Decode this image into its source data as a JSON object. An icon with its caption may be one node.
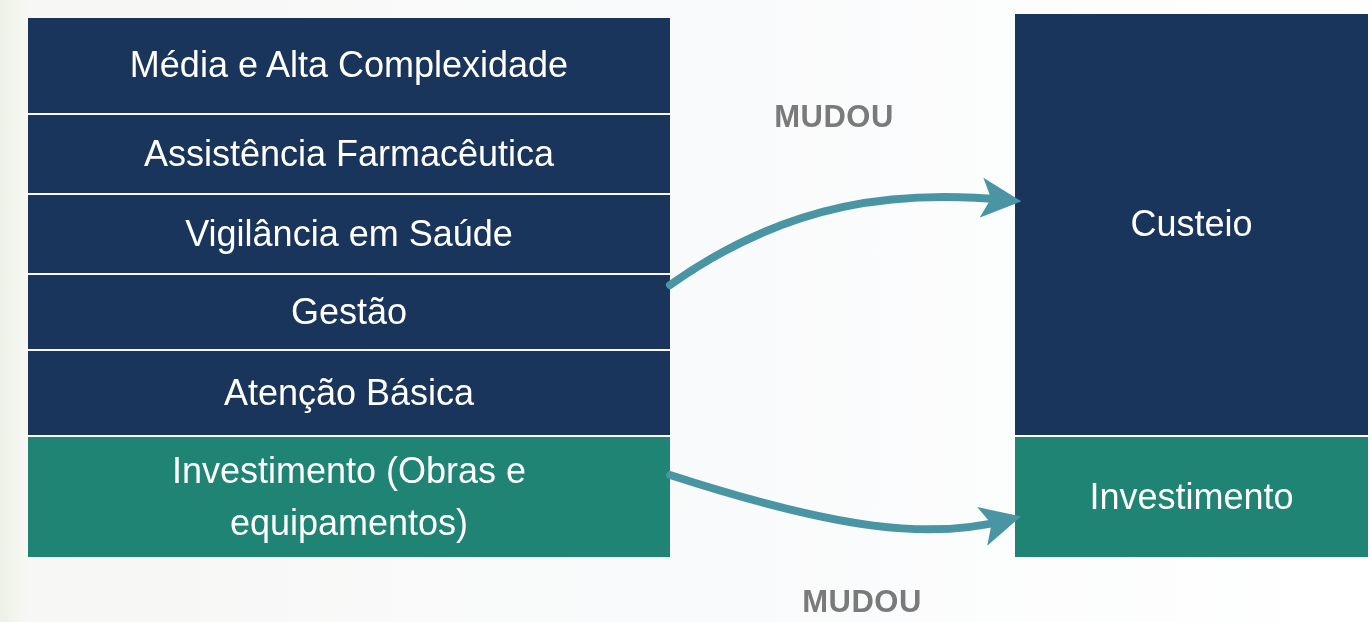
{
  "diagram": {
    "nodes": [
      {
        "text": [
          "Média e Alta Complexidade"
        ]
      },
      {
        "text": [
          "Assistência Farmacêutica"
        ]
      },
      {
        "text": [
          "Vigilância em Saúde"
        ]
      },
      {
        "text": [
          "Gestão"
        ]
      },
      {
        "text": [
          "Atenção Básica"
        ]
      },
      {
        "text": [
          "Investimento (Obras e equipamentos)"
        ]
      },
      {
        "text": [
          "Custeio"
        ]
      },
      {
        "text": [
          "Investimento"
        ]
      }
    ],
    "edges": [
      {
        "from": 2,
        "to": 6,
        "arrow": "to",
        "label": "MUDOU"
      },
      {
        "from": 5,
        "to": 7,
        "arrow": "to",
        "label": "MUDOU"
      }
    ]
  }
}
